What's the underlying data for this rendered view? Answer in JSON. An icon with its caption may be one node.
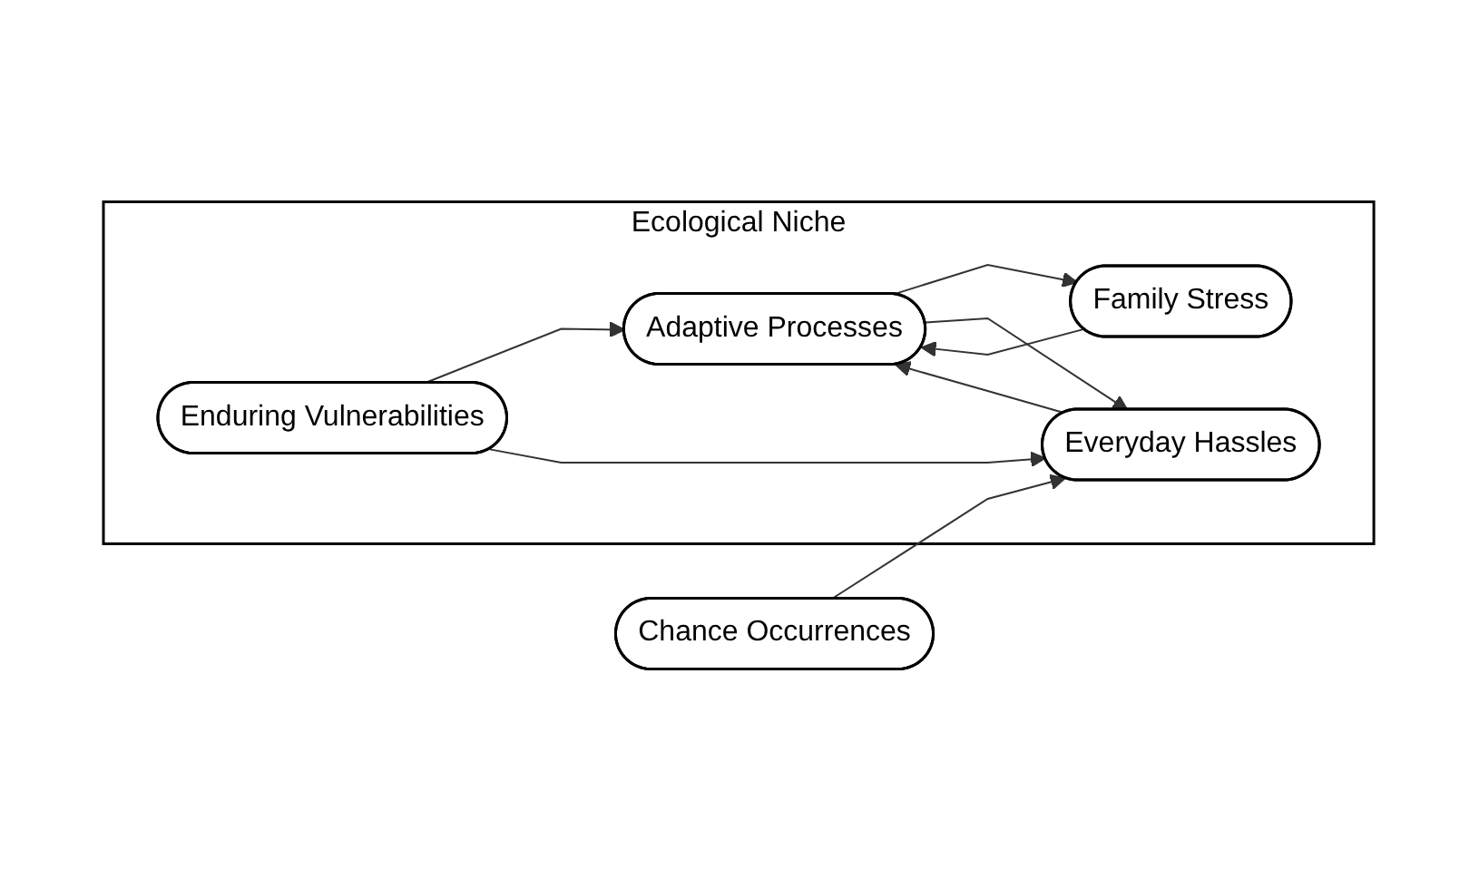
{
  "diagram": {
    "nodes": [
      {
        "text": [
          "Ecological Niche"
        ]
      },
      {
        "text": [
          "Enduring Vulnerabilities"
        ],
        "in": 0
      },
      {
        "text": [
          "Adaptive Processes"
        ],
        "in": 0
      },
      {
        "text": [
          "Family Stress"
        ],
        "in": 0
      },
      {
        "text": [
          "Chance Occurrences"
        ]
      },
      {
        "text": [
          "Everyday Hassles"
        ],
        "in": 0
      }
    ],
    "edges": [
      {
        "from": 1,
        "to": 2,
        "arrow": "to"
      },
      {
        "from": 1,
        "to": 5,
        "arrow": "to"
      },
      {
        "from": 2,
        "to": 3,
        "arrow": "to"
      },
      {
        "from": 3,
        "to": 2,
        "arrow": "to"
      },
      {
        "from": 2,
        "to": 5,
        "arrow": "to"
      },
      {
        "from": 5,
        "to": 2,
        "arrow": "to"
      },
      {
        "from": 4,
        "to": 5,
        "arrow": "to"
      }
    ]
  }
}
